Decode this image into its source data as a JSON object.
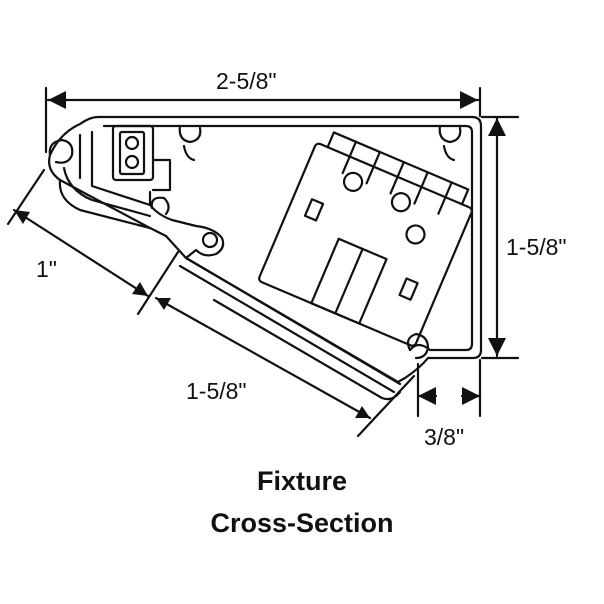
{
  "dimensions": {
    "overall_width": "2-5/8\"",
    "height": "1-5/8\"",
    "angled_short": "1\"",
    "angled_long": "1-5/8\"",
    "lip": "3/8\""
  },
  "caption": {
    "line1": "Fixture",
    "line2": "Cross-Section"
  },
  "colors": {
    "line": "#111111",
    "background": "#ffffff"
  }
}
